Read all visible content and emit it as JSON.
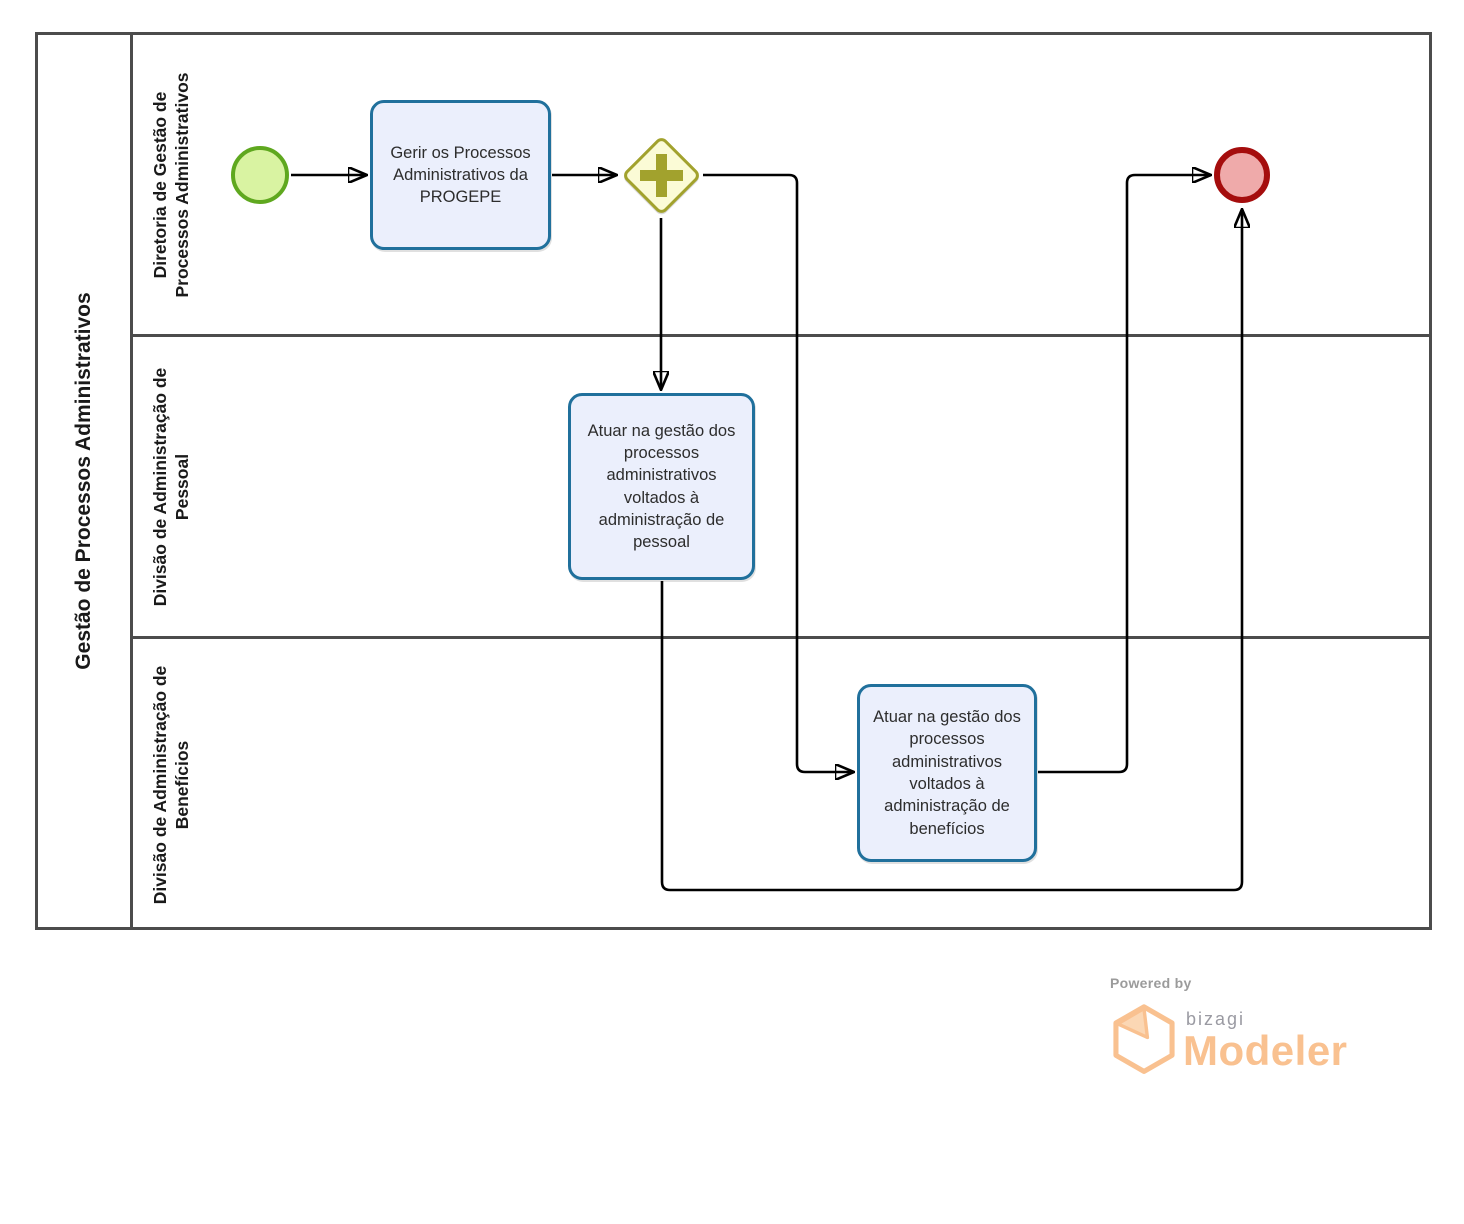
{
  "pool": {
    "title": "Gestão de Processos Administrativos"
  },
  "lanes": [
    {
      "label": "Diretoria de Gestão de Processos Administrativos"
    },
    {
      "label": "Divisão de Administração de Pessoal"
    },
    {
      "label": "Divisão de Administração de Benefícios"
    }
  ],
  "nodes": {
    "start_event": {
      "type": "start-event"
    },
    "task_gerir": {
      "label": "Gerir os Processos Administrativos da PROGEPE"
    },
    "gateway": {
      "type": "parallel-gateway"
    },
    "task_pessoal": {
      "label": "Atuar na gestão dos processos administrativos voltados à administração de pessoal"
    },
    "task_beneficios": {
      "label": "Atuar na gestão dos processos administrativos voltados à administração de benefícios"
    },
    "end_event": {
      "type": "end-event"
    }
  },
  "colors": {
    "pool_border": "#4c4c4c",
    "task_fill": "#ebeffc",
    "task_border": "#20709c",
    "start_fill": "#d9f3a2",
    "start_border": "#5fa81f",
    "gateway_fill": "#fbfbd6",
    "gateway_border": "#a2a22d",
    "end_fill": "#efaaaa",
    "end_border": "#a50d0d",
    "flow_stroke": "#000000",
    "logo_orange": "#f9c190",
    "logo_gray": "#9b9b9b"
  },
  "footer": {
    "powered_by": "Powered by",
    "brand": "bizagi",
    "product": "Modeler"
  }
}
